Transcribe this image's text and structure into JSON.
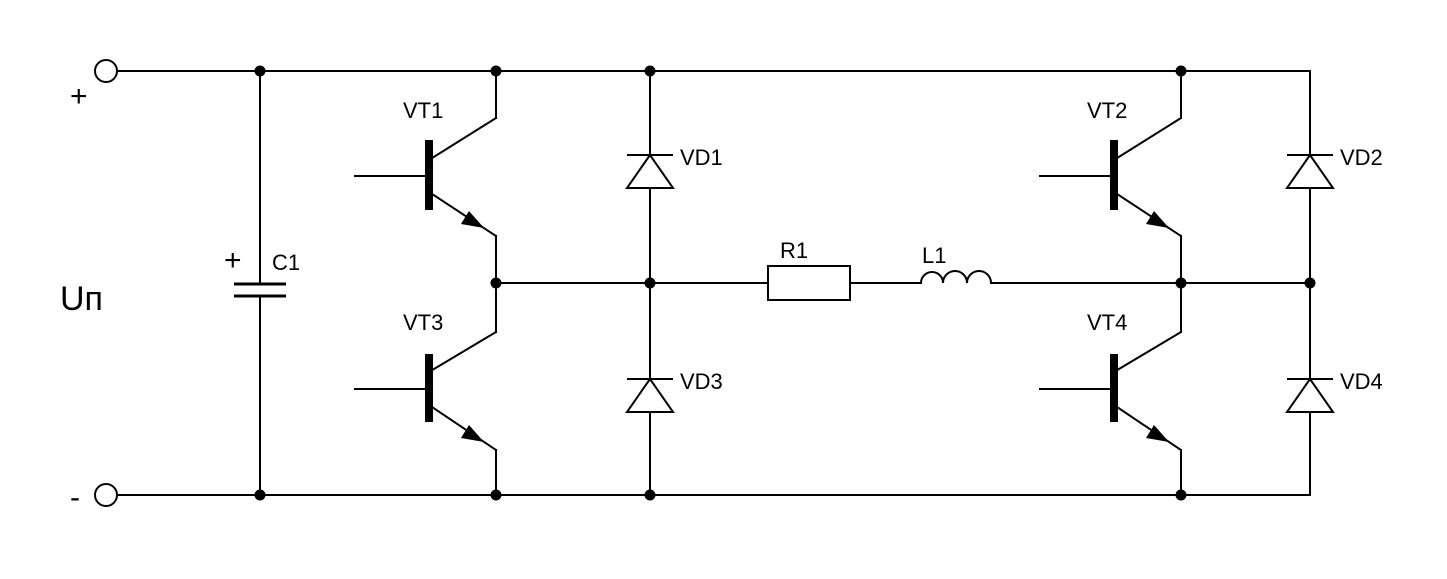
{
  "labels": {
    "plus_terminal": "+",
    "minus_terminal": "-",
    "supply": "Uп",
    "capacitor": "C1",
    "capacitor_polarity": "+",
    "vt1": "VT1",
    "vt2": "VT2",
    "vt3": "VT3",
    "vt4": "VT4",
    "vd1": "VD1",
    "vd2": "VD2",
    "vd3": "VD3",
    "vd4": "VD4",
    "resistor": "R1",
    "inductor": "L1"
  }
}
